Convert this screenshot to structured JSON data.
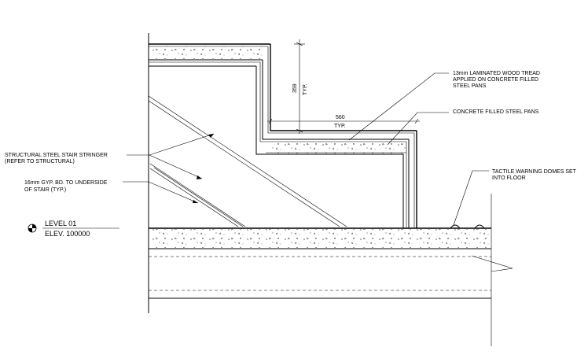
{
  "dimensions": {
    "riser": {
      "value": "359",
      "note": "TYP."
    },
    "tread": {
      "value": "560",
      "note": "TYP."
    }
  },
  "callouts": {
    "tread_finish": [
      "13mm LAMINATED WOOD TREAD",
      "APPLIED ON CONCRETE FILLED",
      "STEEL PANS"
    ],
    "steel_pans": [
      "CONCRETE FILLED STEEL PANS"
    ],
    "tactile": [
      "TACTILE WARNING DOMES SET",
      "INTO FLOOR"
    ],
    "stringer": [
      "STRUCTURAL STEEL STAIR STRINGER",
      "(REFER TO STRUCTURAL)"
    ],
    "gyp_bd": [
      "16mm GYP. BD. TO UNDERSIDE",
      "OF STAIR (TYP.)"
    ]
  },
  "level": {
    "name": "LEVEL 01",
    "elevation": "ELEV. 100000"
  }
}
